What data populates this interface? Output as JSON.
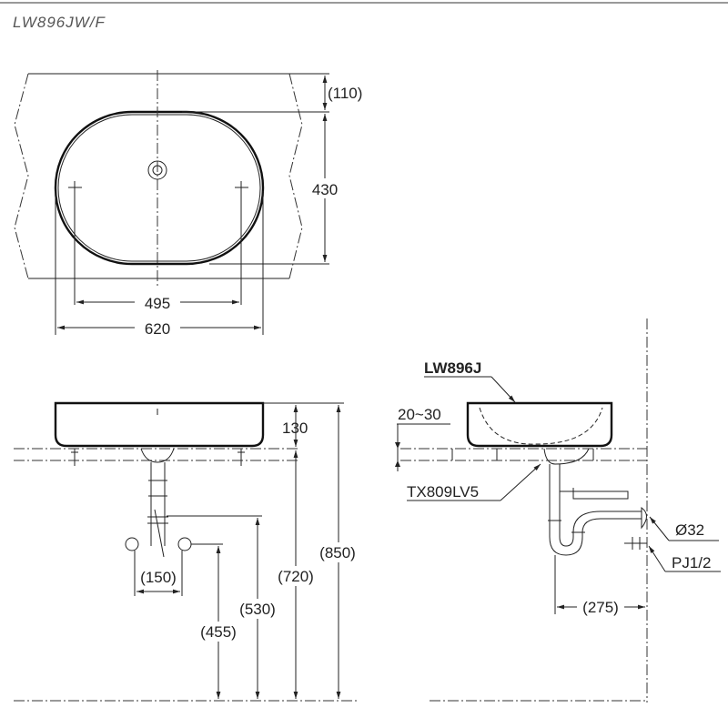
{
  "title": "LW896JW/F",
  "top_view": {
    "dim_setback": "(110)",
    "dim_depth": "430",
    "dim_tap_spacing": "495",
    "dim_width": "620"
  },
  "front_view": {
    "dim_basin_height": "130",
    "dim_overall_height": "(850)",
    "dim_counter_height": "(720)",
    "dim_drain_height": "(530)",
    "dim_supply_height": "(455)",
    "dim_supply_spacing": "(150)"
  },
  "side_view": {
    "basin_model": "LW896J",
    "dim_counter_thickness": "20~30",
    "drain_model": "TX809LV5",
    "dim_pipe_diameter": "Ø32",
    "supply_fitting": "PJ1/2",
    "dim_wall_distance": "(275)"
  }
}
